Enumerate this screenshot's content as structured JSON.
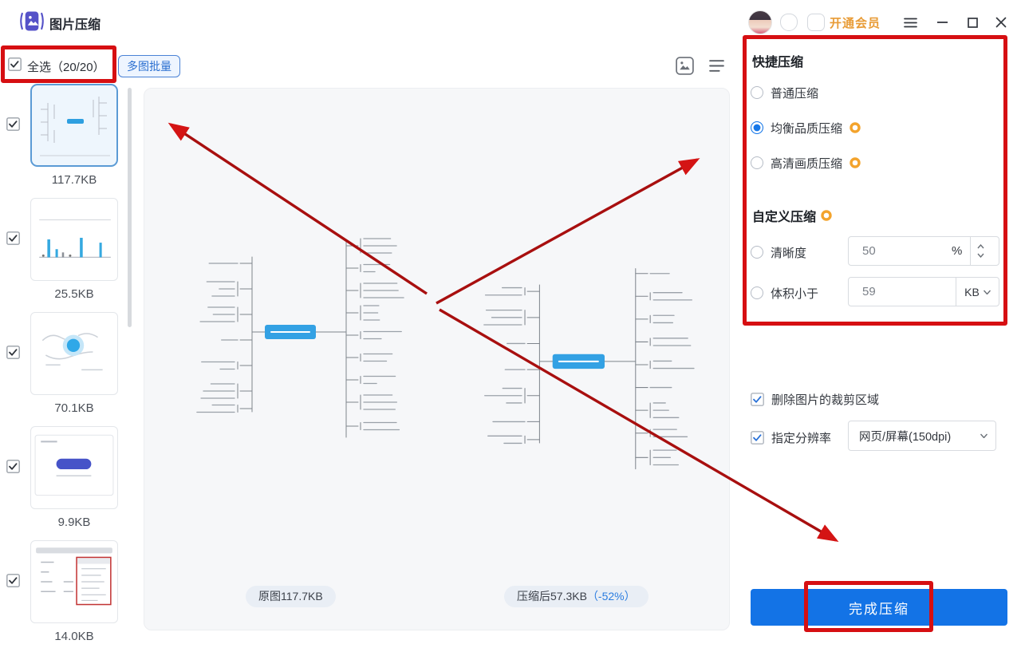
{
  "titlebar": {
    "app_title": "图片压缩",
    "vip_label": "开通会员"
  },
  "toolbar": {
    "select_all_label": "全选（20/20）",
    "select_all_checked": true,
    "batch_label": "多图批量"
  },
  "sidebar": {
    "items": [
      {
        "size": "117.7KB",
        "checked": true,
        "selected": true,
        "kind": "mindmap"
      },
      {
        "size": "25.5KB",
        "checked": true,
        "selected": false,
        "kind": "barchart"
      },
      {
        "size": "70.1KB",
        "checked": true,
        "selected": false,
        "kind": "map"
      },
      {
        "size": "9.9KB",
        "checked": true,
        "selected": false,
        "kind": "card"
      },
      {
        "size": "14.0KB",
        "checked": true,
        "selected": false,
        "kind": "menu"
      }
    ]
  },
  "preview": {
    "original_label": "原图117.7KB",
    "compressed_label": "压缩后57.3KB",
    "compressed_delta": "（-52%）"
  },
  "panel": {
    "quick_title": "快捷压缩",
    "quick_options": [
      {
        "label": "普通压缩",
        "selected": false,
        "vip": false
      },
      {
        "label": "均衡品质压缩",
        "selected": true,
        "vip": true
      },
      {
        "label": "高清画质压缩",
        "selected": false,
        "vip": true
      }
    ],
    "custom_title": "自定义压缩",
    "custom_vip": true,
    "clarity_label": "清晰度",
    "clarity_value": "50",
    "clarity_unit": "%",
    "size_label": "体积小于",
    "size_value": "59",
    "size_unit": "KB",
    "remove_crop_label": "删除图片的裁剪区域",
    "remove_crop_checked": true,
    "resolution_label": "指定分辨率",
    "resolution_checked": true,
    "resolution_value": "网页/屏幕(150dpi)",
    "finish_label": "完成压缩"
  },
  "colors": {
    "accent_blue": "#1373e6",
    "annotation_red": "#d60f12",
    "vip_orange": "#f3a32c",
    "node_blue": "#33a1e4"
  }
}
